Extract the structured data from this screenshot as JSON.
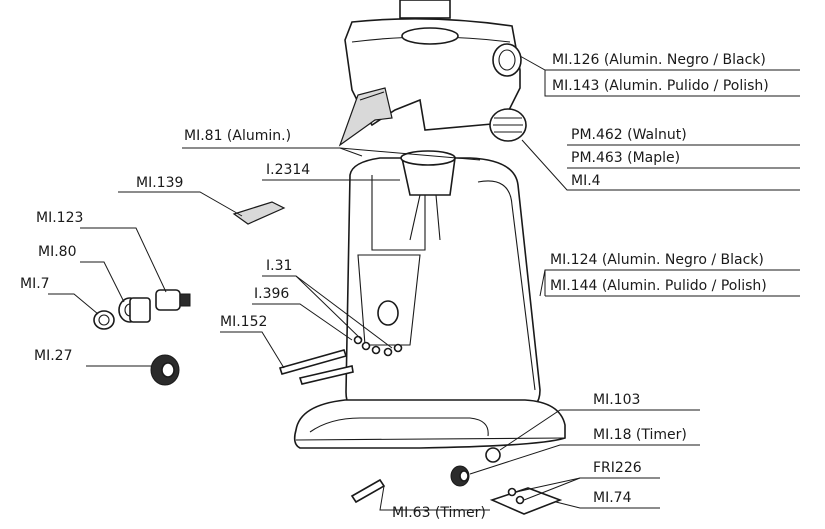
{
  "labels": {
    "ml126": "MI.126 (Alumin. Negro / Black)",
    "ml143": "MI.143 (Alumin. Pulido / Polish)",
    "pm462": "PM.462 (Walnut)",
    "pm463": "PM.463 (Maple)",
    "ml4": "MI.4",
    "ml81": "MI.81 (Alumin.)",
    "i2314": "I.2314",
    "ml139": "MI.139",
    "ml123": "MI.123",
    "ml80": "MI.80",
    "ml7": "MI.7",
    "i31": "I.31",
    "i396": "I.396",
    "ml152": "MI.152",
    "ml27": "MI.27",
    "ml124": "MI.124 (Alumin. Negro / Black)",
    "ml144": "MI.144 (Alumin. Pulido / Polish)",
    "ml103": "MI.103",
    "ml18": "MI.18 (Timer)",
    "fri226": "FRI226",
    "ml74": "MI.74",
    "ml63": "MI.63 (Timer)"
  }
}
